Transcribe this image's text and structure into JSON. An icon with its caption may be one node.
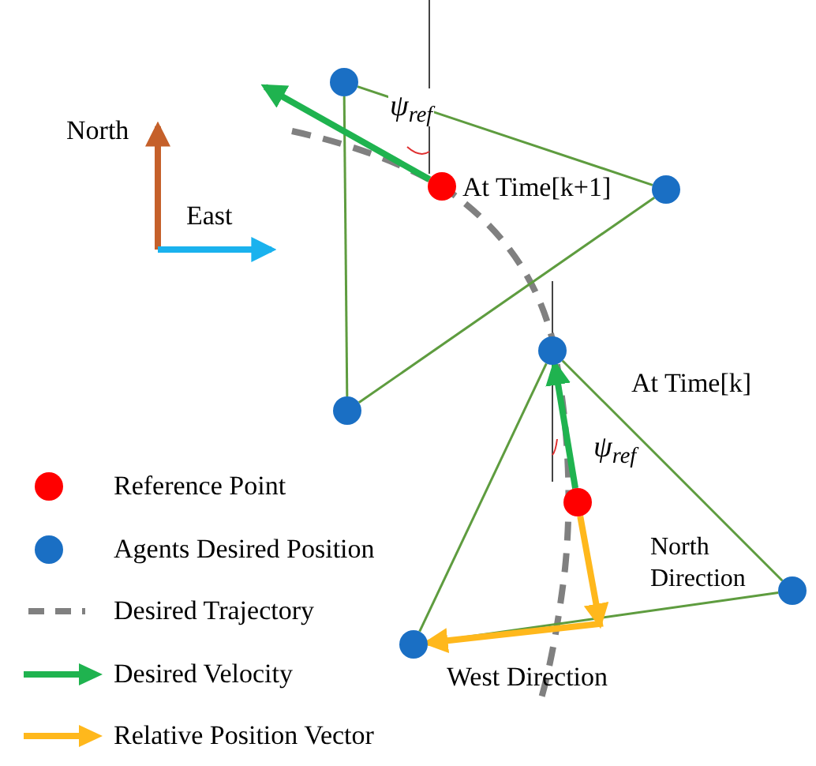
{
  "diagram": {
    "nodes": [
      {
        "text": [],
        "shape": "circle"
      },
      {
        "text": [],
        "shape": "circle",
        "beside": [
          "At Time[k+1]"
        ]
      },
      {
        "text": [],
        "shape": "circle"
      },
      {
        "text": [],
        "shape": "circle"
      },
      {
        "text": [],
        "shape": "circle"
      },
      {
        "text": [],
        "shape": "circle",
        "beside": [
          "ψ$_{ref}$"
        ]
      },
      {
        "text": [],
        "shape": "circle",
        "beside": [
          "North Direction"
        ]
      },
      {
        "text": [],
        "shape": "circle",
        "beside": [
          "West Direction"
        ]
      }
    ],
    "edges": [
      {
        "from": 0,
        "to": 2,
        "arrow": "none"
      },
      {
        "from": 2,
        "to": 3,
        "arrow": "none"
      },
      {
        "from": 3,
        "to": 0,
        "arrow": "none"
      },
      {
        "from": 4,
        "to": 6,
        "arrow": "none"
      },
      {
        "from": 6,
        "to": 7,
        "arrow": "none"
      },
      {
        "from": 7,
        "to": 4,
        "arrow": "none"
      },
      {
        "from": 1,
        "to": null,
        "arrow": "to",
        "style": "thick",
        "color": "#1fb34f"
      },
      {
        "from": 5,
        "to": 4,
        "arrow": "to",
        "style": "thick",
        "color": "#1fb34f"
      },
      {
        "from": 5,
        "to": 7,
        "arrow": "to",
        "style": "thick",
        "color": "#ffb81c"
      }
    ],
    "labels": [
      "North",
      "East",
      "ψ$_{ref}$",
      "At Time[k]"
    ],
    "legend": [
      {
        "text": "Reference Point",
        "color": "#ff0000"
      },
      {
        "text": "Agents Desired Position",
        "color": "#1a6fc4"
      },
      {
        "text": "Desired Trajectory",
        "color": "#808080"
      },
      {
        "text": "Desired Velocity",
        "color": "#1fb34f"
      },
      {
        "text": "Relative Position Vector",
        "color": "#ffb81c"
      }
    ]
  }
}
